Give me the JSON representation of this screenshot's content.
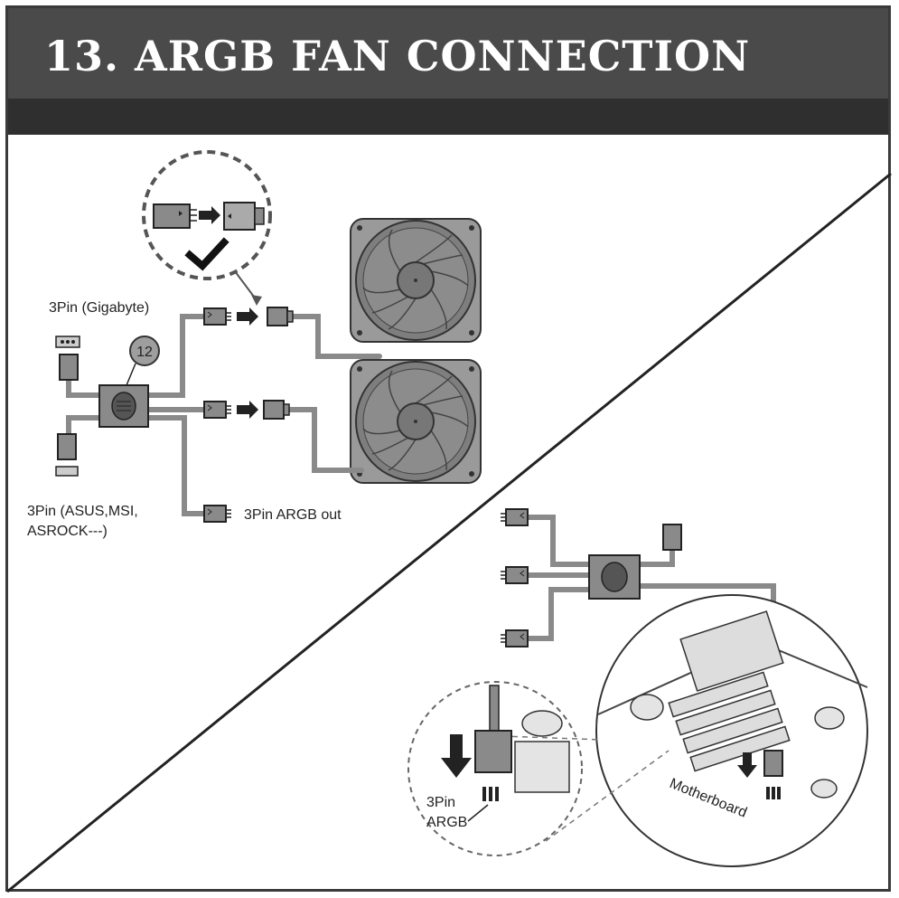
{
  "header": {
    "title": "13. ARGB FAN CONNECTION"
  },
  "labels": {
    "gigabyte": "3Pin (Gigabyte)",
    "hub_number": "12",
    "asus_line1": "3Pin (ASUS,MSI,",
    "asus_line2": "ASROCK---)",
    "argb_out": "3Pin ARGB out",
    "argb_header_line1": "3Pin",
    "argb_header_line2": "ARGB",
    "motherboard": "Motherboard"
  },
  "colors": {
    "header_bg": "#4a4a4a",
    "subbar_bg": "#2f2f2f",
    "diagram_gray": "#8a8a8a",
    "line_dark": "#222222"
  },
  "icons": [
    "check-icon",
    "arrow-right-icon",
    "arrow-down-icon",
    "fan-icon",
    "hub-icon"
  ]
}
